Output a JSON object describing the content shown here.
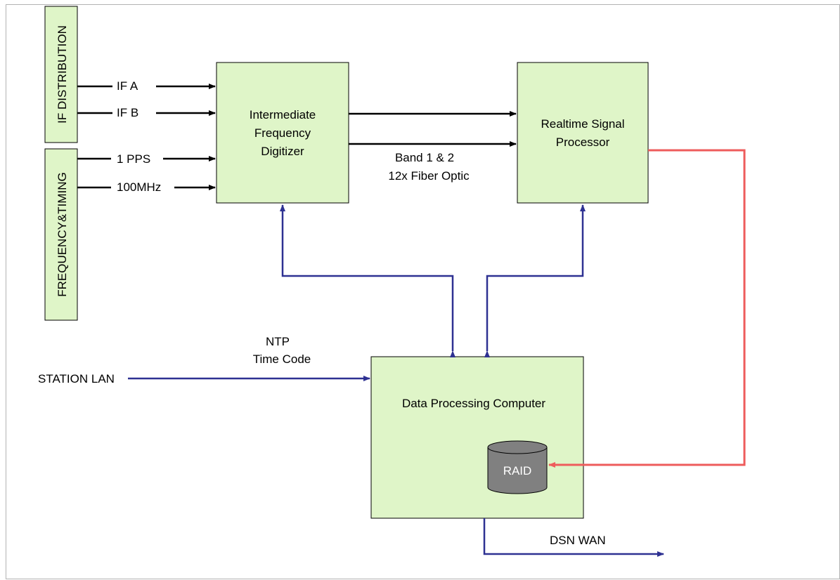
{
  "side_panels": {
    "if_distribution": "IF DISTRIBUTION",
    "frequency_timing": "FREQUENCY&TIMING"
  },
  "blocks": {
    "ifd_line1": "Intermediate",
    "ifd_line2": "Frequency",
    "ifd_line3": "Digitizer",
    "rsp_line1": "Realtime Signal",
    "rsp_line2": "Processor",
    "dpc": "Data Processing Computer",
    "raid": "RAID"
  },
  "signals": {
    "if_a": "IF A",
    "if_b": "IF B",
    "pps": "1 PPS",
    "ref": "100MHz",
    "band_line1": "Band 1 & 2",
    "band_line2": "12x Fiber Optic",
    "ntp_line1": "NTP",
    "ntp_line2": "Time Code",
    "station_lan": "STATION LAN",
    "dsn_wan": "DSN WAN"
  },
  "colors": {
    "block_fill": "#dff5c8",
    "control_line": "#2e3192",
    "data_line": "#ee5c5c",
    "raid_fill": "#808080"
  }
}
